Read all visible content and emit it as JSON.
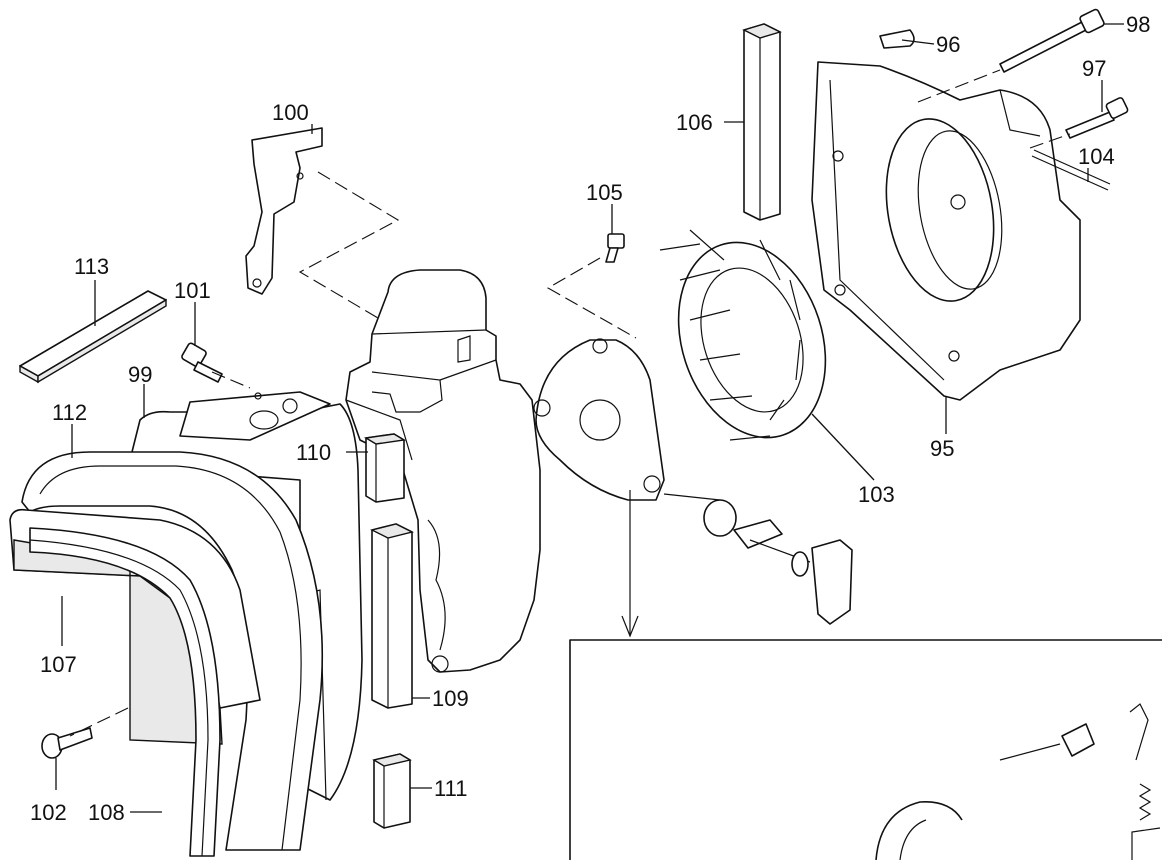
{
  "callouts": {
    "p95": "95",
    "p96": "96",
    "p97": "97",
    "p98": "98",
    "p99": "99",
    "p100": "100",
    "p101": "101",
    "p102": "102",
    "p103": "103",
    "p104": "104",
    "p105": "105",
    "p106": "106",
    "p107": "107",
    "p108": "108",
    "p109": "109",
    "p110": "110",
    "p111": "111",
    "p112": "112",
    "p113": "113"
  }
}
